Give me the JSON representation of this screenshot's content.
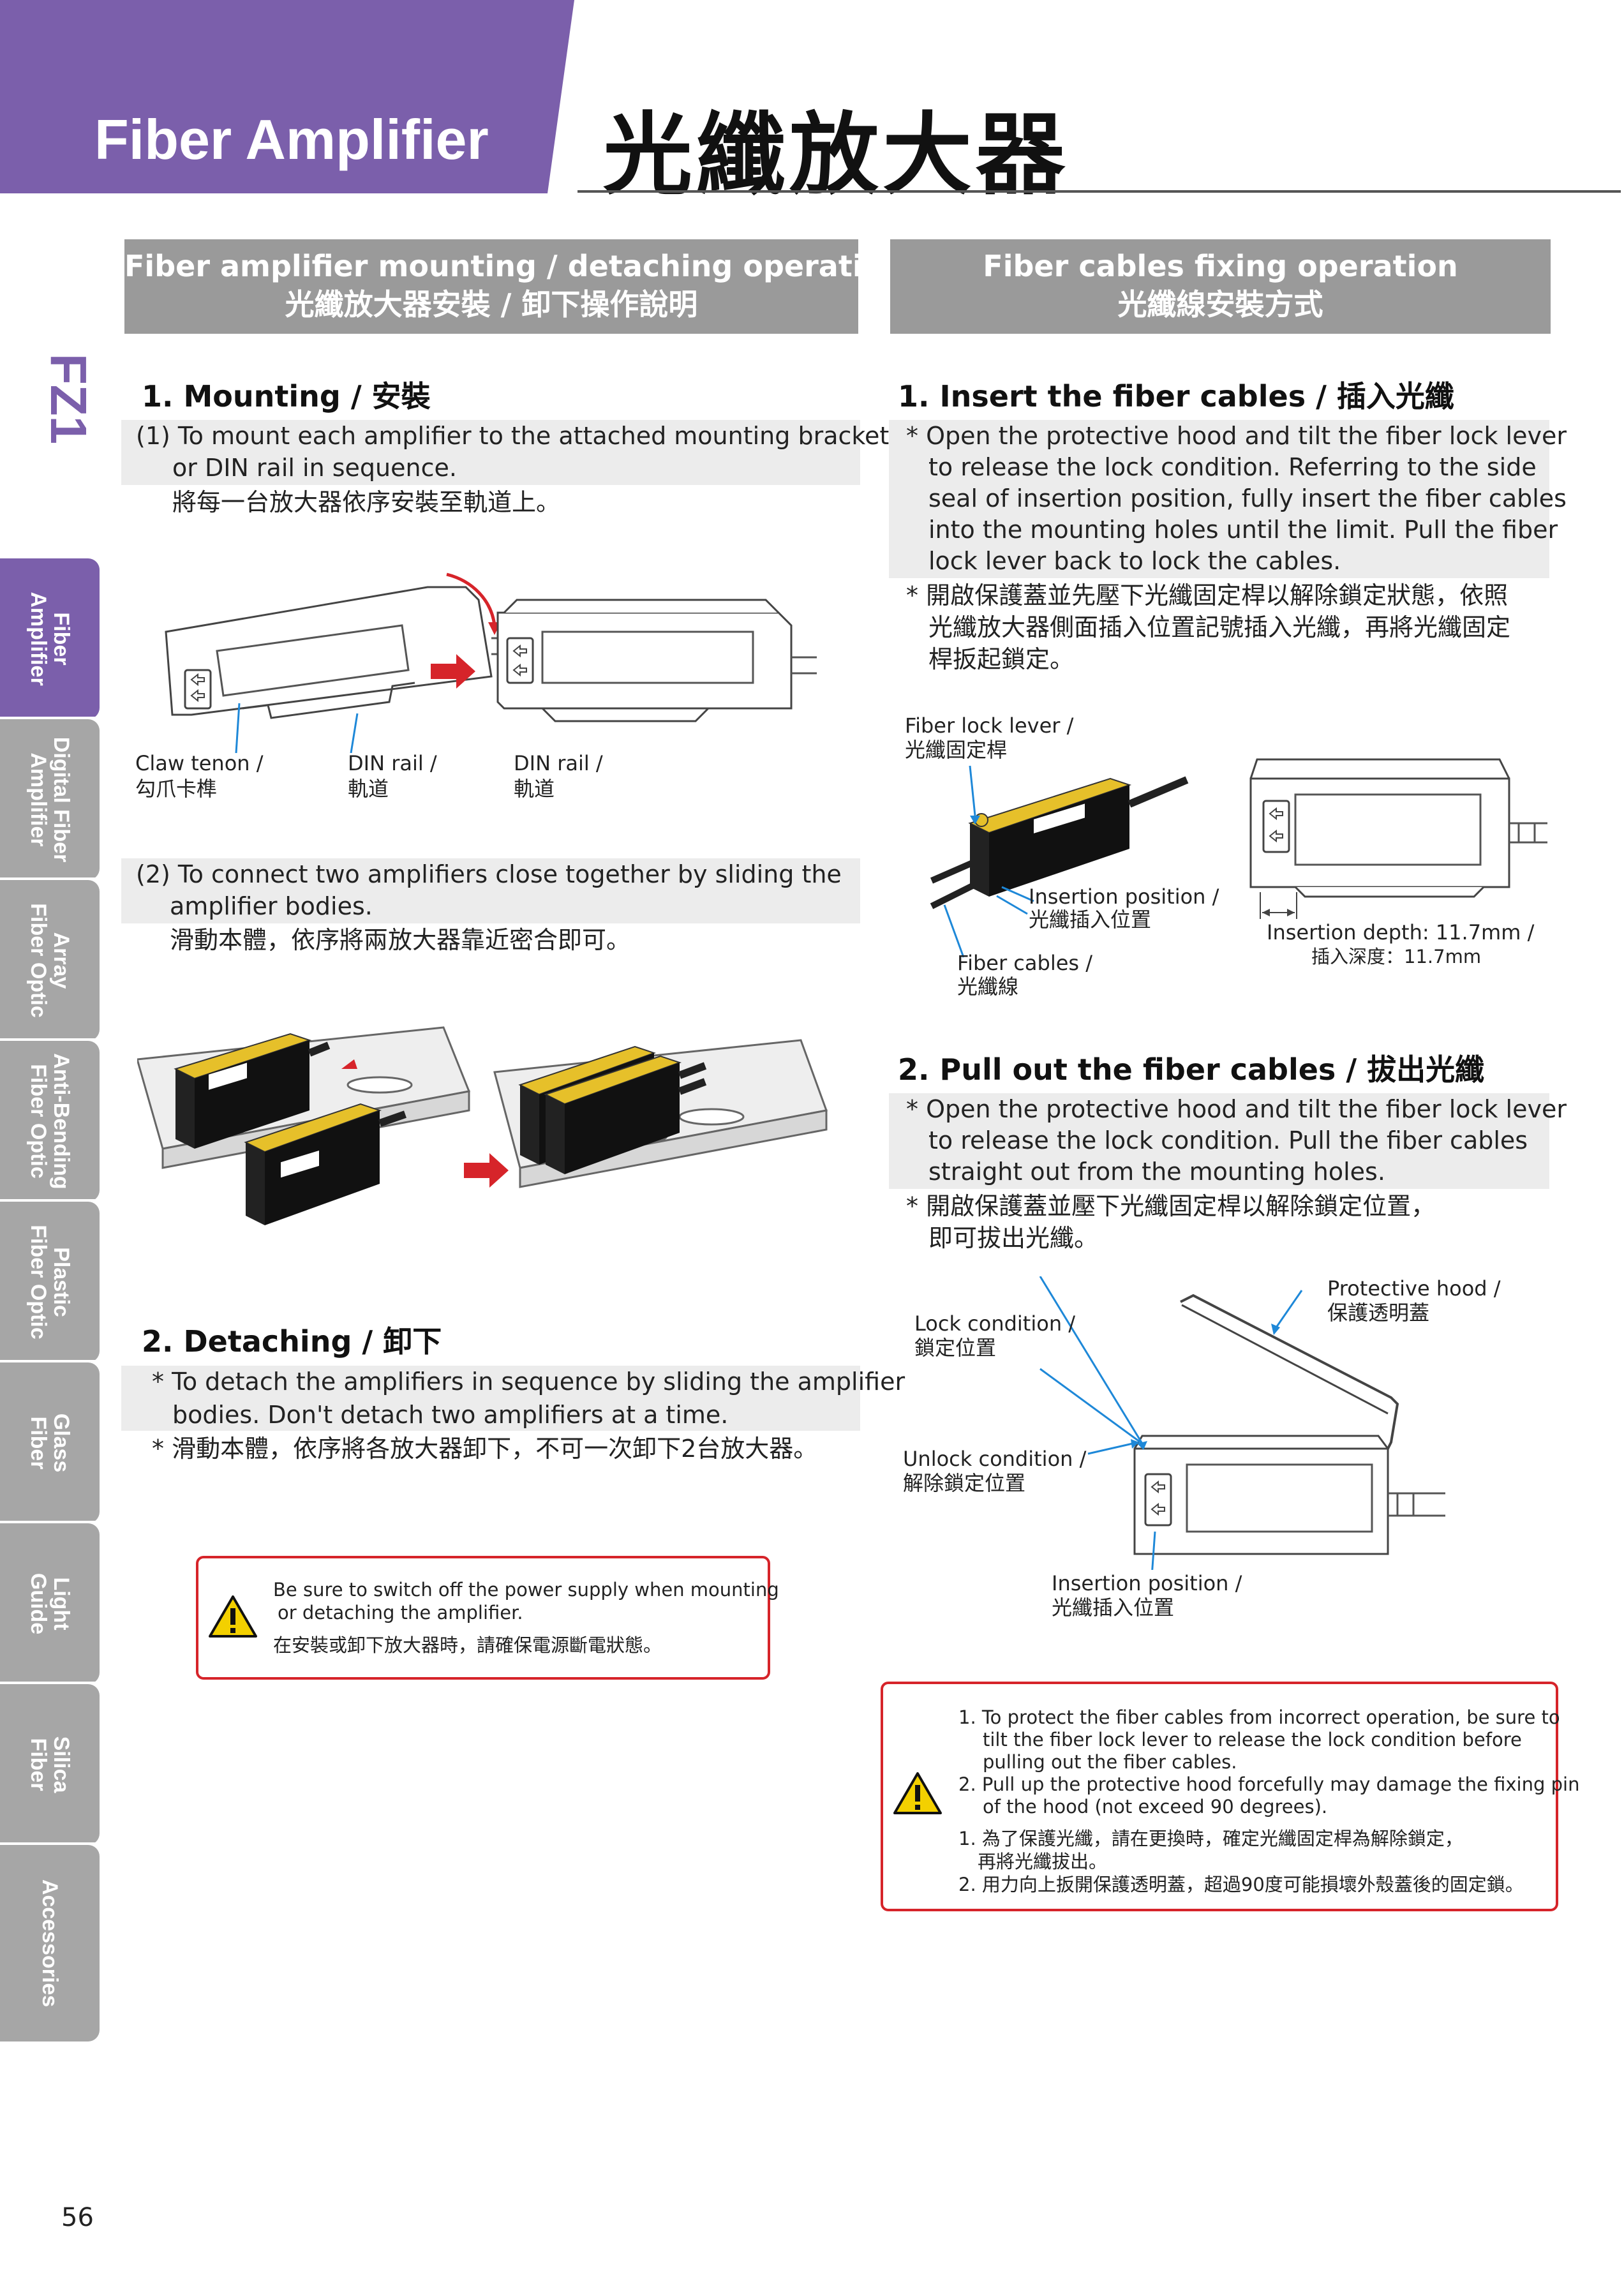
{
  "header": {
    "title_en": "Fiber Amplifier",
    "title_zh": "光纖放大器"
  },
  "side": {
    "code": "FZ1",
    "tabs": [
      {
        "label_line1": "Fiber",
        "label_line2": "Amplifier"
      },
      {
        "label_line1": "Digital Fiber",
        "label_line2": "Amplifier"
      },
      {
        "label_line1": "Array",
        "label_line2": "Fiber Optic"
      },
      {
        "label_line1": "Anti-Bending",
        "label_line2": "Fiber Optic"
      },
      {
        "label_line1": "Plastic",
        "label_line2": "Fiber Optic"
      },
      {
        "label_line1": "Glass",
        "label_line2": "Fiber"
      },
      {
        "label_line1": "Light",
        "label_line2": "Guide"
      },
      {
        "label_line1": "Silica",
        "label_line2": "Fiber"
      },
      {
        "label_line1": "Accessories",
        "label_line2": ""
      }
    ]
  },
  "left": {
    "bar_en": "Fiber amplifier mounting / detaching operation",
    "bar_zh": "光纖放大器安裝 / 卸下操作說明",
    "mounting": {
      "heading": "1. Mounting / 安裝",
      "step1_line1": "(1) To mount each amplifier to the attached mounting bracket",
      "step1_line2": "or DIN rail in sequence.",
      "step1_zh": "將每一台放大器依序安裝至軌道上。",
      "label_claw_en": "Claw tenon /",
      "label_claw_zh": "勾爪卡榫",
      "label_din1_en": "DIN rail /",
      "label_din1_zh": "軌道",
      "label_din2_en": "DIN rail /",
      "label_din2_zh": "軌道",
      "step2_line1": "(2) To connect two amplifiers close together by sliding the",
      "step2_line2": "amplifier bodies.",
      "step2_zh": "滑動本體，依序將兩放大器靠近密合即可。"
    },
    "detaching": {
      "heading": "2. Detaching / 卸下",
      "line1": "* To detach the amplifiers in sequence by sliding the amplifier",
      "line2": "bodies. Don't detach two amplifiers at a time.",
      "line_zh": "* 滑動本體，依序將各放大器卸下，不可一次卸下2台放大器。"
    },
    "warning": {
      "line1": "Be sure to switch off the power supply when mounting",
      "line2": "or detaching the amplifier.",
      "line_zh": "在安裝或卸下放大器時，請確保電源斷電狀態。"
    }
  },
  "right": {
    "bar_en": "Fiber cables fixing operation",
    "bar_zh": "光纖線安裝方式",
    "insert": {
      "heading": "1. Insert the fiber cables / 插入光纖",
      "en_lines": [
        "* Open the protective hood and tilt the fiber lock lever",
        "to release the lock condition. Referring to the side",
        "seal of insertion position, fully insert the fiber cables",
        "into the mounting holes until the limit. Pull the fiber",
        "lock lever back to lock the cables."
      ],
      "zh_lines": [
        "* 開啟保護蓋並先壓下光纖固定桿以解除鎖定狀態，依照",
        "光纖放大器側面插入位置記號插入光纖，再將光纖固定",
        "桿扳起鎖定。"
      ],
      "label_lever_en": "Fiber lock lever /",
      "label_lever_zh": "光纖固定桿",
      "label_insertion_en": "Insertion position /",
      "label_insertion_zh": "光纖插入位置",
      "label_cables_en": "Fiber cables /",
      "label_cables_zh": "光纖線",
      "label_depth_en": "Insertion depth: 11.7mm /",
      "label_depth_zh": "插入深度：11.7mm"
    },
    "pull": {
      "heading": "2. Pull out the fiber cables / 拔出光纖",
      "en_lines": [
        "* Open the protective hood and tilt the fiber lock lever",
        "to release the lock condition. Pull the fiber cables",
        "straight out from the mounting holes."
      ],
      "zh_lines": [
        "* 開啟保護蓋並壓下光纖固定桿以解除鎖定位置，",
        "即可拔出光纖。"
      ],
      "label_hood_en": "Protective hood /",
      "label_hood_zh": "保護透明蓋",
      "label_lock_en": "Lock condition /",
      "label_lock_zh": "鎖定位置",
      "label_unlock_en": "Unlock condition /",
      "label_unlock_zh": "解除鎖定位置",
      "label_insertion_en": "Insertion position /",
      "label_insertion_zh": "光纖插入位置"
    },
    "warning": {
      "en_lines": [
        "1. To protect the fiber cables from incorrect operation, be sure to",
        "tilt the fiber lock lever to release the lock condition before",
        "pulling out the fiber cables.",
        "2. Pull up the protective hood forcefully may damage the fixing pin",
        "of the hood (not exceed 90 degrees)."
      ],
      "zh_lines": [
        "1. 為了保護光纖，請在更換時，確定光纖固定桿為解除鎖定，",
        "再將光纖拔出。",
        "2. 用力向上扳開保護透明蓋，超過90度可能損壞外殼蓋後的固定鎖。"
      ]
    }
  },
  "footer": {
    "page_number": "56"
  },
  "colors": {
    "brand_purple": "#7b5fab",
    "section_gray": "#9a9a9a",
    "warning_red": "#d6242a",
    "arrow_blue": "#1e88d8"
  }
}
